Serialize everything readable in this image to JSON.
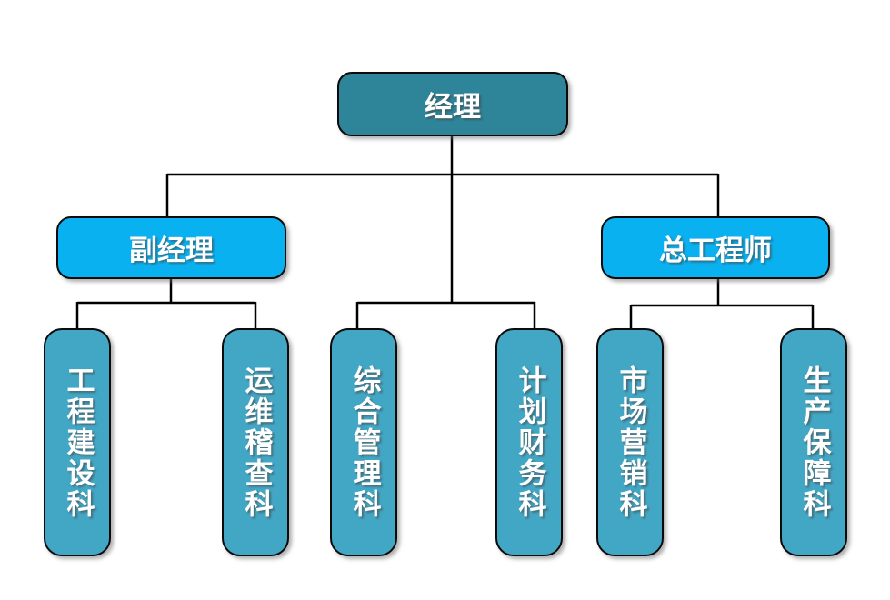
{
  "org": {
    "root": {
      "label": "经理"
    },
    "level2": [
      {
        "label": "副经理"
      },
      {
        "label": "总工程师"
      }
    ],
    "departments": [
      {
        "label": "工程建设科"
      },
      {
        "label": "运维稽查科"
      },
      {
        "label": "综合管理科"
      },
      {
        "label": "计划财务科"
      },
      {
        "label": "市场营销科"
      },
      {
        "label": "生产保障科"
      }
    ]
  },
  "colors": {
    "root_fill": "#2E8599",
    "level2_fill": "#0AB1F0",
    "department_fill": "#42A7C5",
    "outline": "#0B0B0B",
    "connector": "#000000",
    "text": "#FFFFFF",
    "background": "#FFFFFF"
  }
}
